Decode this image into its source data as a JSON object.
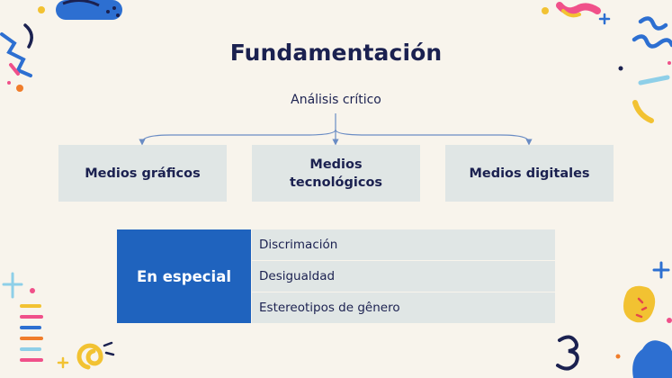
{
  "slide": {
    "title": "Fundamentación",
    "subtitle": "Análisis crítico",
    "boxes": [
      {
        "label": "Medios gráficos"
      },
      {
        "label": "Medios tecnológicos"
      },
      {
        "label": "Medios digitales"
      }
    ],
    "special": {
      "label": "En especial",
      "items": [
        "Discrimación",
        "Desigualdad",
        "Estereotipos de gênero"
      ]
    }
  },
  "colors": {
    "background": "#f8f4ec",
    "text": "#1b2150",
    "box": "#e0e6e5",
    "accent_blue": "#1f63be",
    "connector": "#6a8cc4"
  },
  "decorations": [
    "blue-pill-shape",
    "orange-squiggle",
    "blue-squiggle",
    "pink-confetti",
    "yellow-spiral",
    "plus-sparkles",
    "yellow-blob",
    "blue-blob",
    "striped-bars"
  ]
}
